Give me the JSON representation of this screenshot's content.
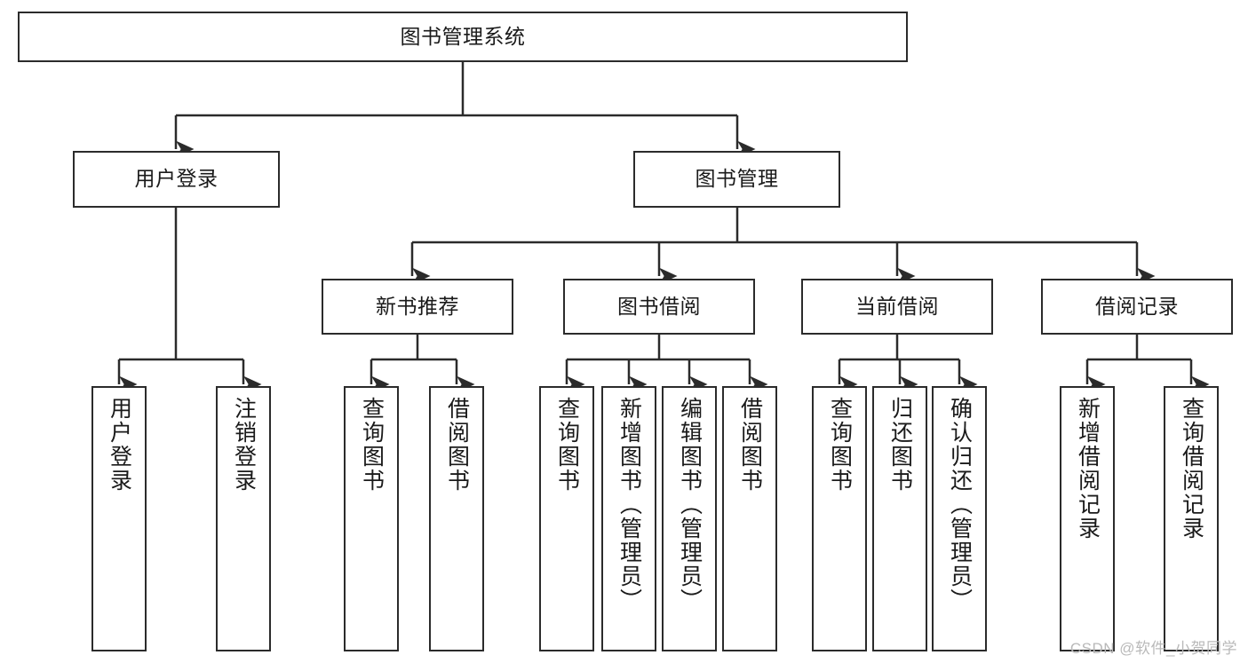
{
  "diagram": {
    "title": "图书管理系统",
    "type": "tree",
    "root": {
      "label": "图书管理系统"
    },
    "level2": [
      {
        "label": "用户登录"
      },
      {
        "label": "图书管理"
      }
    ],
    "level3": [
      {
        "label": "新书推荐"
      },
      {
        "label": "图书借阅"
      },
      {
        "label": "当前借阅"
      },
      {
        "label": "借阅记录"
      }
    ],
    "leaves": {
      "user_login": [
        {
          "label": "用户登录"
        },
        {
          "label": "注销登录"
        }
      ],
      "new_book": [
        {
          "label": "查询图书"
        },
        {
          "label": "借阅图书"
        }
      ],
      "book_borrow": [
        {
          "label": "查询图书"
        },
        {
          "label": "新增图书（管理员）"
        },
        {
          "label": "编辑图书（管理员）"
        },
        {
          "label": "借阅图书"
        }
      ],
      "current_borrow": [
        {
          "label": "查询图书"
        },
        {
          "label": "归还图书"
        },
        {
          "label": "确认归还（管理员）"
        }
      ],
      "borrow_record": [
        {
          "label": "新增借阅记录"
        },
        {
          "label": "查询借阅记录"
        }
      ]
    }
  },
  "watermark": {
    "text": "CSDN @软件_小贺同学"
  },
  "colors": {
    "stroke": "#2b2b2b",
    "background": "#ffffff",
    "text": "#1a1a1a",
    "watermark": "#b9b9b9"
  }
}
